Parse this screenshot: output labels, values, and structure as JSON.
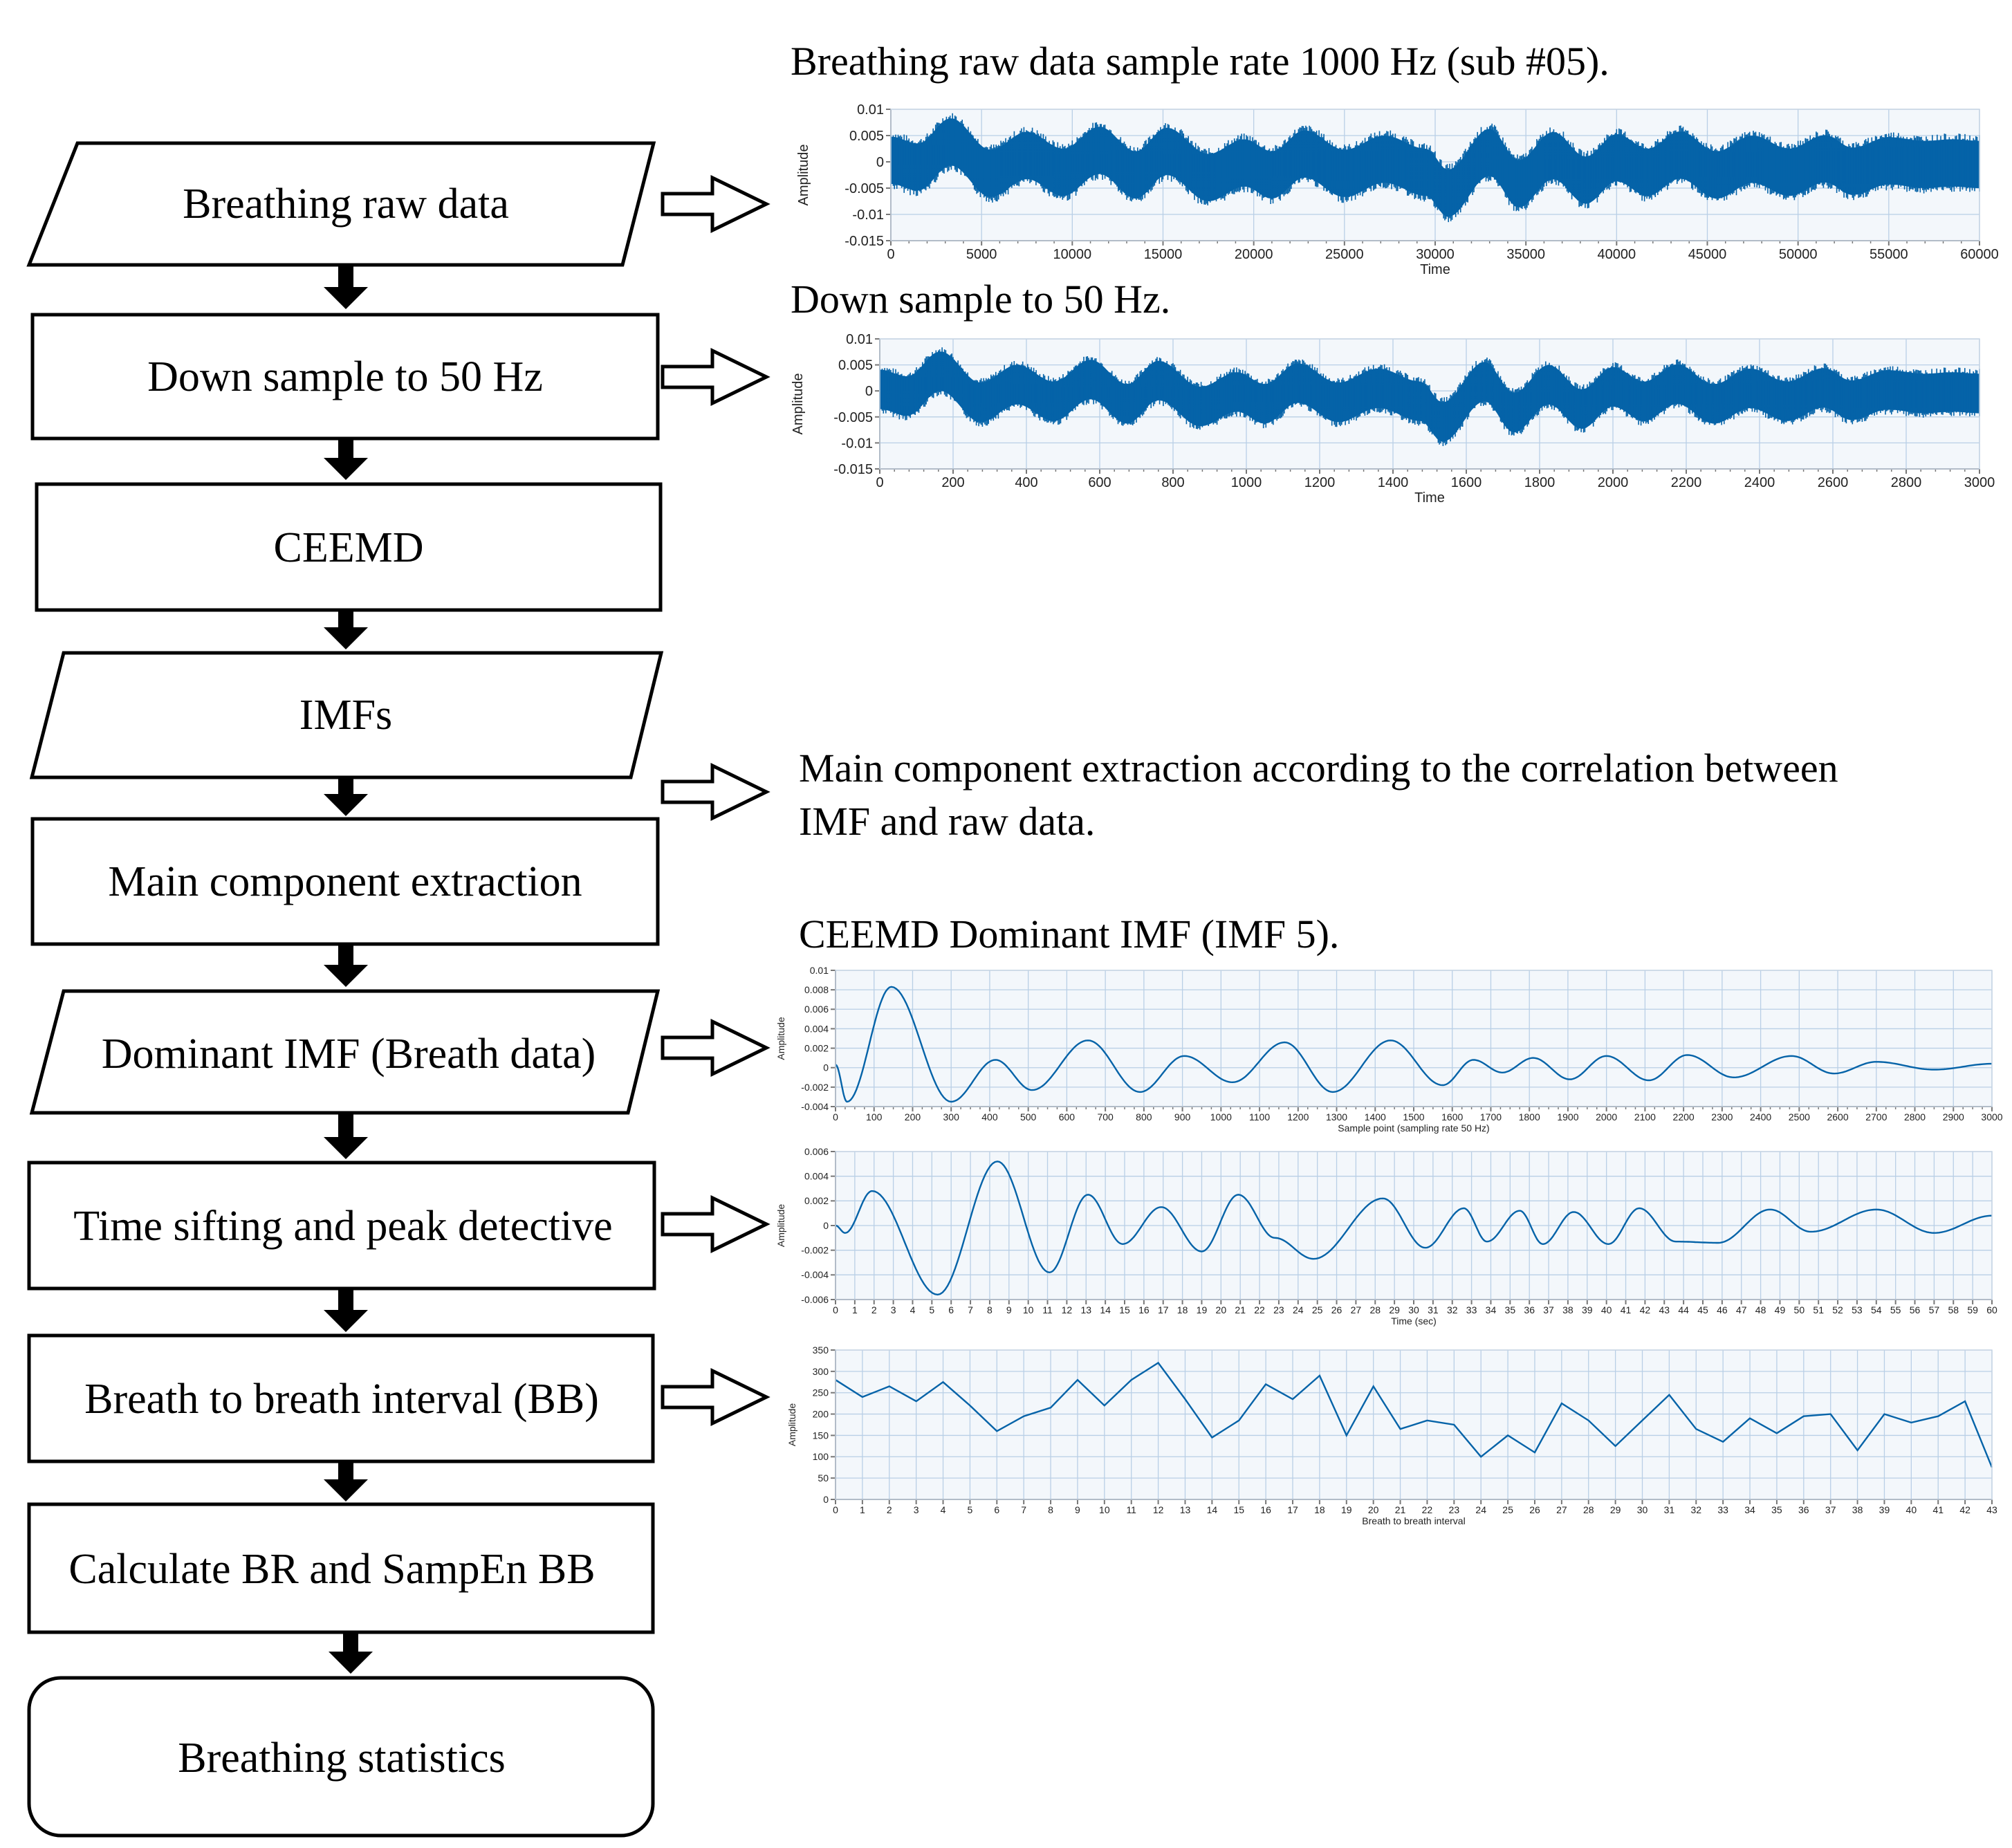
{
  "flowchart": {
    "steps": [
      {
        "id": "raw",
        "label": "Breathing raw data",
        "shape": "parallelogram"
      },
      {
        "id": "downsample",
        "label": "Down sample to 50 Hz",
        "shape": "rectangle"
      },
      {
        "id": "ceemd",
        "label": "CEEMD",
        "shape": "rectangle"
      },
      {
        "id": "imfs",
        "label": "IMFs",
        "shape": "parallelogram"
      },
      {
        "id": "extract",
        "label": "Main component extraction",
        "shape": "rectangle"
      },
      {
        "id": "dominant",
        "label": "Dominant IMF (Breath data)",
        "shape": "parallelogram"
      },
      {
        "id": "sifting",
        "label": "Time sifting and peak detective",
        "shape": "rectangle"
      },
      {
        "id": "bb",
        "label": "Breath to breath interval (BB)",
        "shape": "rectangle"
      },
      {
        "id": "calc",
        "label": "Calculate BR and SampEn BB",
        "shape": "rectangle"
      },
      {
        "id": "stats",
        "label": "Breathing statistics",
        "shape": "rounded"
      }
    ]
  },
  "captions": {
    "raw": "Breathing raw data sample rate 1000 Hz (sub #05).",
    "down": "Down sample to 50 Hz.",
    "extract_line1": "Main component extraction according to the correlation between",
    "extract_line2": "IMF and raw data.",
    "imf": "CEEMD Dominant IMF (IMF 5)."
  },
  "chart_data": [
    {
      "id": "raw",
      "type": "line",
      "title": "",
      "xlabel": "Time",
      "ylabel": "Amplitude",
      "xlim": [
        0,
        60000
      ],
      "ylim": [
        -0.015,
        0.01
      ],
      "x_ticks": [
        0,
        5000,
        10000,
        15000,
        20000,
        25000,
        30000,
        35000,
        40000,
        45000,
        50000,
        55000,
        60000
      ],
      "y_ticks": [
        0.01,
        0.005,
        0,
        -0.005,
        -0.01,
        -0.015
      ],
      "y_tick_labels": [
        "0.01",
        "0.005",
        "0",
        "-0.005",
        "-0.01",
        "-0.015"
      ],
      "color": "#0563a8",
      "band_halfwidth": 0.0045,
      "envelope": {
        "x": [
          0,
          1500,
          3300,
          5500,
          7500,
          9500,
          11500,
          13500,
          15200,
          17500,
          19500,
          21000,
          22800,
          25000,
          27200,
          29500,
          30700,
          33000,
          34600,
          36500,
          38300,
          40000,
          41700,
          43500,
          45500,
          47500,
          49500,
          51500,
          53000,
          55000,
          57000,
          58500,
          60000
        ],
        "y": [
          0.0003,
          -0.001,
          0.0038,
          -0.0022,
          0.0012,
          -0.002,
          0.0022,
          -0.0025,
          0.002,
          -0.003,
          -0.0002,
          -0.0025,
          0.0015,
          -0.0022,
          0.0005,
          -0.002,
          -0.006,
          0.0018,
          -0.0042,
          0.0012,
          -0.0035,
          0.0008,
          -0.002,
          0.0013,
          -0.0025,
          0.0005,
          -0.002,
          0.0006,
          -0.0018,
          0.0002,
          -0.0005,
          -0.0002,
          -0.0005
        ]
      }
    },
    {
      "id": "down",
      "type": "line",
      "title": "",
      "xlabel": "Time",
      "ylabel": "Amplitude",
      "xlim": [
        0,
        3000
      ],
      "ylim": [
        -0.015,
        0.01
      ],
      "x_ticks": [
        0,
        200,
        400,
        600,
        800,
        1000,
        1200,
        1400,
        1600,
        1800,
        2000,
        2200,
        2400,
        2600,
        2800,
        3000
      ],
      "y_ticks": [
        0.01,
        0.005,
        0,
        -0.005,
        -0.01,
        -0.015
      ],
      "y_tick_labels": [
        "0.01",
        "0.005",
        "0",
        "-0.005",
        "-0.01",
        "-0.015"
      ],
      "color": "#0563a8",
      "band_halfwidth": 0.0038,
      "envelope": {
        "x": [
          0,
          75,
          165,
          275,
          375,
          475,
          575,
          675,
          760,
          875,
          975,
          1050,
          1140,
          1250,
          1360,
          1475,
          1535,
          1650,
          1730,
          1825,
          1915,
          2000,
          2085,
          2175,
          2275,
          2375,
          2475,
          2575,
          2650,
          2750,
          2850,
          2925,
          3000
        ],
        "y": [
          0.0003,
          -0.001,
          0.0038,
          -0.0022,
          0.0012,
          -0.002,
          0.0022,
          -0.0025,
          0.002,
          -0.003,
          -0.0002,
          -0.0025,
          0.0015,
          -0.0022,
          0.0005,
          -0.002,
          -0.006,
          0.0018,
          -0.0042,
          0.0012,
          -0.0035,
          0.0008,
          -0.002,
          0.0013,
          -0.0025,
          0.0005,
          -0.002,
          0.0006,
          -0.0018,
          0.0002,
          -0.0005,
          -0.0002,
          -0.0005
        ]
      }
    },
    {
      "id": "imf",
      "type": "line",
      "title": "",
      "xlabel": "Sample point (sampling rate 50 Hz)",
      "ylabel": "Amplitude",
      "xlim": [
        0,
        3000
      ],
      "ylim": [
        -0.004,
        0.01
      ],
      "x_ticks": [
        0,
        100,
        200,
        300,
        400,
        500,
        600,
        700,
        800,
        900,
        1000,
        1100,
        1200,
        1300,
        1400,
        1500,
        1600,
        1700,
        1800,
        1900,
        2000,
        2100,
        2200,
        2300,
        2400,
        2500,
        2600,
        2700,
        2800,
        2900,
        3000
      ],
      "y_ticks": [
        0.01,
        0.008,
        0.006,
        0.004,
        0.002,
        0,
        -0.002,
        -0.004
      ],
      "y_tick_labels": [
        "0.01",
        "0.008",
        "0.006",
        "0.004",
        "0.002",
        "0",
        "-0.002",
        "-0.004"
      ],
      "color": "#0563a8",
      "series": [
        {
          "x": [
            0,
            30,
            145,
            300,
            415,
            510,
            655,
            790,
            905,
            1030,
            1165,
            1290,
            1440,
            1575,
            1655,
            1730,
            1810,
            1905,
            2000,
            2110,
            2210,
            2330,
            2480,
            2590,
            2700,
            2850,
            3000
          ],
          "y": [
            0.0003,
            -0.0035,
            0.0083,
            -0.0035,
            0.0008,
            -0.0023,
            0.0028,
            -0.0025,
            0.0012,
            -0.0015,
            0.0026,
            -0.0025,
            0.0028,
            -0.0018,
            0.0008,
            -0.0005,
            0.001,
            -0.0012,
            0.0012,
            -0.0013,
            0.0013,
            -0.001,
            0.0012,
            -0.0006,
            0.0006,
            -0.0002,
            0.0004
          ]
        }
      ]
    },
    {
      "id": "time",
      "type": "line",
      "title": "",
      "xlabel": "Time (sec)",
      "ylabel": "Amplitude",
      "xlim": [
        0,
        60
      ],
      "ylim": [
        -0.006,
        0.006
      ],
      "x_ticks": [
        0,
        1,
        2,
        3,
        4,
        5,
        6,
        7,
        8,
        9,
        10,
        11,
        12,
        13,
        14,
        15,
        16,
        17,
        18,
        19,
        20,
        21,
        22,
        23,
        24,
        25,
        26,
        27,
        28,
        29,
        30,
        31,
        32,
        33,
        34,
        35,
        36,
        37,
        38,
        39,
        40,
        41,
        42,
        43,
        44,
        45,
        46,
        47,
        48,
        49,
        50,
        51,
        52,
        53,
        54,
        55,
        56,
        57,
        58,
        59,
        60
      ],
      "y_ticks": [
        0.006,
        0.004,
        0.002,
        0,
        -0.002,
        -0.004,
        -0.006
      ],
      "y_tick_labels": [
        "0.006",
        "0.004",
        "0.002",
        "0",
        "-0.002",
        "-0.004",
        "-0.006"
      ],
      "color": "#0563a8",
      "series": [
        {
          "x": [
            0,
            0.5,
            1.9,
            5.3,
            8.4,
            11.1,
            13.1,
            14.9,
            16.9,
            19.0,
            20.9,
            22.8,
            24.8,
            28.4,
            30.6,
            32.6,
            33.8,
            35.5,
            36.7,
            38.3,
            40.1,
            41.7,
            43.6,
            45.8,
            48.5,
            50.6,
            54.0,
            57.0,
            60.0
          ],
          "y": [
            0,
            -0.0006,
            0.0028,
            -0.0056,
            0.0052,
            -0.0038,
            0.0025,
            -0.0015,
            0.0015,
            -0.0021,
            0.0025,
            -0.001,
            -0.0027,
            0.0022,
            -0.0018,
            0.0014,
            -0.0013,
            0.0012,
            -0.0015,
            0.0011,
            -0.0015,
            0.0014,
            -0.0013,
            -0.0014,
            0.0013,
            -0.0005,
            0.0013,
            -0.0006,
            0.0008
          ]
        }
      ]
    },
    {
      "id": "bb",
      "type": "line",
      "title": "",
      "xlabel": "Breath to breath interval",
      "ylabel": "Amplitude",
      "xlim": [
        0,
        43
      ],
      "ylim": [
        0,
        350
      ],
      "x_ticks": [
        0,
        1,
        2,
        3,
        4,
        5,
        6,
        7,
        8,
        9,
        10,
        11,
        12,
        13,
        14,
        15,
        16,
        17,
        18,
        19,
        20,
        21,
        22,
        23,
        24,
        25,
        26,
        27,
        28,
        29,
        30,
        31,
        32,
        33,
        34,
        35,
        36,
        37,
        38,
        39,
        40,
        41,
        42,
        43
      ],
      "y_ticks": [
        350,
        300,
        250,
        200,
        150,
        100,
        50,
        0
      ],
      "y_tick_labels": [
        "350",
        "300",
        "250",
        "200",
        "150",
        "100",
        "50",
        "0"
      ],
      "color": "#0563a8",
      "series": [
        {
          "x": [
            0,
            1,
            2,
            3,
            4,
            5,
            6,
            7,
            8,
            9,
            10,
            11,
            12,
            13,
            14,
            15,
            16,
            17,
            18,
            19,
            20,
            21,
            22,
            23,
            24,
            25,
            26,
            27,
            28,
            29,
            30,
            31,
            32,
            33,
            34,
            35,
            36,
            37,
            38,
            39,
            40,
            41,
            42,
            43
          ],
          "y": [
            280,
            240,
            265,
            230,
            275,
            220,
            160,
            195,
            215,
            280,
            220,
            280,
            320,
            235,
            145,
            185,
            270,
            235,
            290,
            150,
            265,
            165,
            185,
            175,
            100,
            150,
            110,
            225,
            185,
            125,
            185,
            245,
            165,
            135,
            190,
            155,
            195,
            200,
            115,
            200,
            180,
            195,
            230,
            75
          ]
        }
      ]
    }
  ]
}
